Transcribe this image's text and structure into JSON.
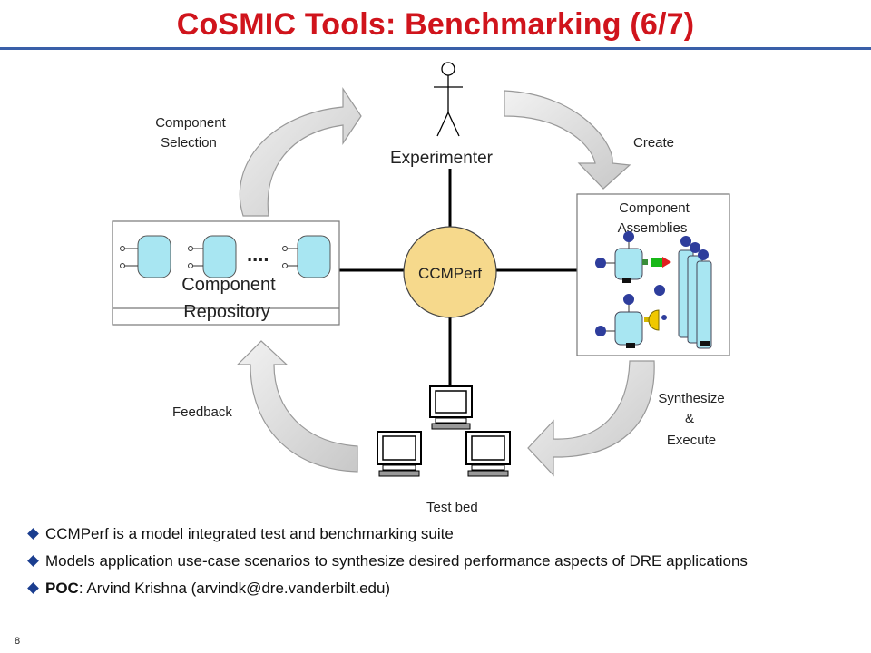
{
  "slide": {
    "title": "CoSMIC Tools: Benchmarking (6/7)",
    "page_number": "8"
  },
  "diagram": {
    "experimenter": "Experimenter",
    "center": "CCMPerf",
    "arrow_component_selection_1": "Component",
    "arrow_component_selection_2": "Selection",
    "arrow_create": "Create",
    "arrow_feedback": "Feedback",
    "arrow_synthesize_1": "Synthesize",
    "arrow_synthesize_2": "&",
    "arrow_synthesize_3": "Execute",
    "repository_1": "Component",
    "repository_2": "Repository",
    "repository_ellipsis": "....",
    "assemblies_1": "Component",
    "assemblies_2": "Assemblies",
    "testbed": "Test bed"
  },
  "bullets": [
    {
      "text": "CCMPerf is a model integrated test and benchmarking suite"
    },
    {
      "text": "Models application use-case scenarios to synthesize desired performance aspects of DRE applications"
    },
    {
      "label": "POC",
      "text": ": Arvind Krishna (arvindk@dre.vanderbilt.edu)"
    }
  ],
  "colors": {
    "title": "#d0141c",
    "rule": "#3a5fa8",
    "ccmperf_fill": "#f6d98c",
    "component_fill": "#a8e6f2",
    "bullet": "#1a3d8f"
  }
}
